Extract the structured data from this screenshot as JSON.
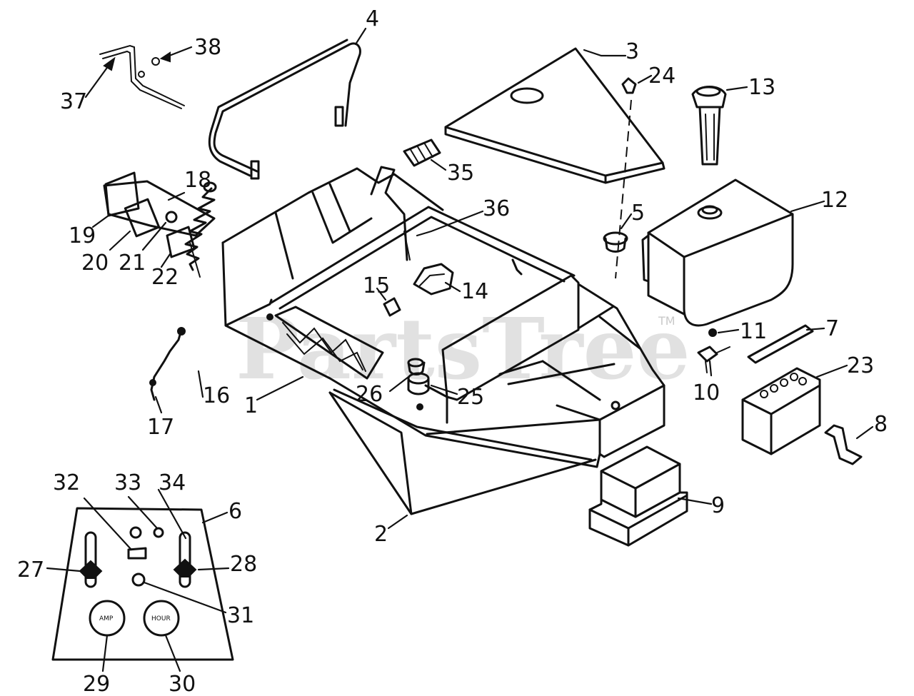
{
  "watermark": {
    "text": "PartsTree",
    "trademark": "TM"
  },
  "dash_panel": {
    "gauge_left_label": "AMP",
    "gauge_right_label": "HOUR"
  },
  "callouts": {
    "c1": "1",
    "c2": "2",
    "c3": "3",
    "c4": "4",
    "c5": "5",
    "c6": "6",
    "c7": "7",
    "c8": "8",
    "c9": "9",
    "c10": "10",
    "c11": "11",
    "c12": "12",
    "c13": "13",
    "c14": "14",
    "c15": "15",
    "c16": "16",
    "c17": "17",
    "c18": "18",
    "c19": "19",
    "c20": "20",
    "c21": "21",
    "c22": "22",
    "c23": "23",
    "c24": "24",
    "c25": "25",
    "c26": "26",
    "c27": "27",
    "c28": "28",
    "c29": "29",
    "c30": "30",
    "c31": "31",
    "c32": "32",
    "c33": "33",
    "c34": "34",
    "c35": "35",
    "c36": "36",
    "c37": "37",
    "c38": "38"
  },
  "colors": {
    "line": "#111111",
    "watermark": "#c9c9c9",
    "background": "#ffffff"
  }
}
